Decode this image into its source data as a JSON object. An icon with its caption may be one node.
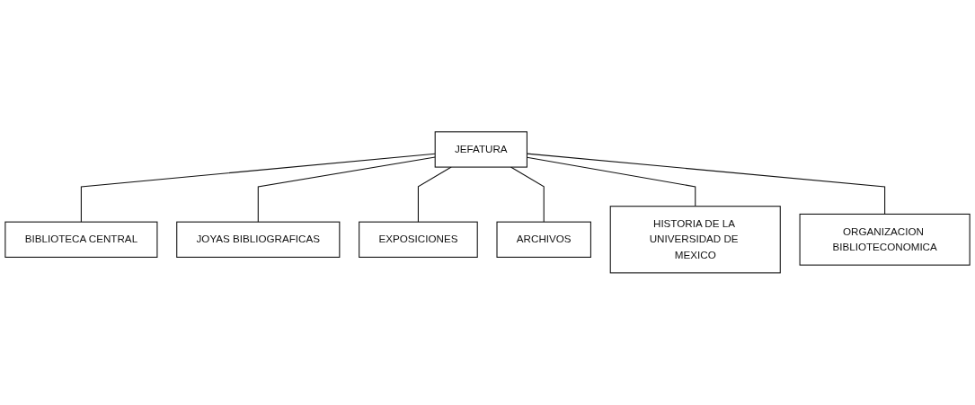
{
  "diagram": {
    "nodes": [
      {
        "text": [
          "JEFATURA"
        ]
      },
      {
        "text": [
          "BIBLIOTECA CENTRAL"
        ]
      },
      {
        "text": [
          "JOYAS BIBLIOGRAFICAS"
        ]
      },
      {
        "text": [
          "EXPOSICIONES"
        ]
      },
      {
        "text": [
          "ARCHIVOS"
        ]
      },
      {
        "text": [
          "HISTORIA DE LA UNIVERSIDAD DE MEXICO"
        ]
      },
      {
        "text": [
          "ORGANIZACION BIBLIOTECONOMICA"
        ]
      }
    ],
    "edges": [
      {
        "from": 0,
        "to": 1,
        "arrow": "none"
      },
      {
        "from": 0,
        "to": 2,
        "arrow": "none"
      },
      {
        "from": 0,
        "to": 3,
        "arrow": "none"
      },
      {
        "from": 0,
        "to": 4,
        "arrow": "none"
      },
      {
        "from": 0,
        "to": 5,
        "arrow": "none"
      },
      {
        "from": 0,
        "to": 6,
        "arrow": "none"
      }
    ]
  }
}
